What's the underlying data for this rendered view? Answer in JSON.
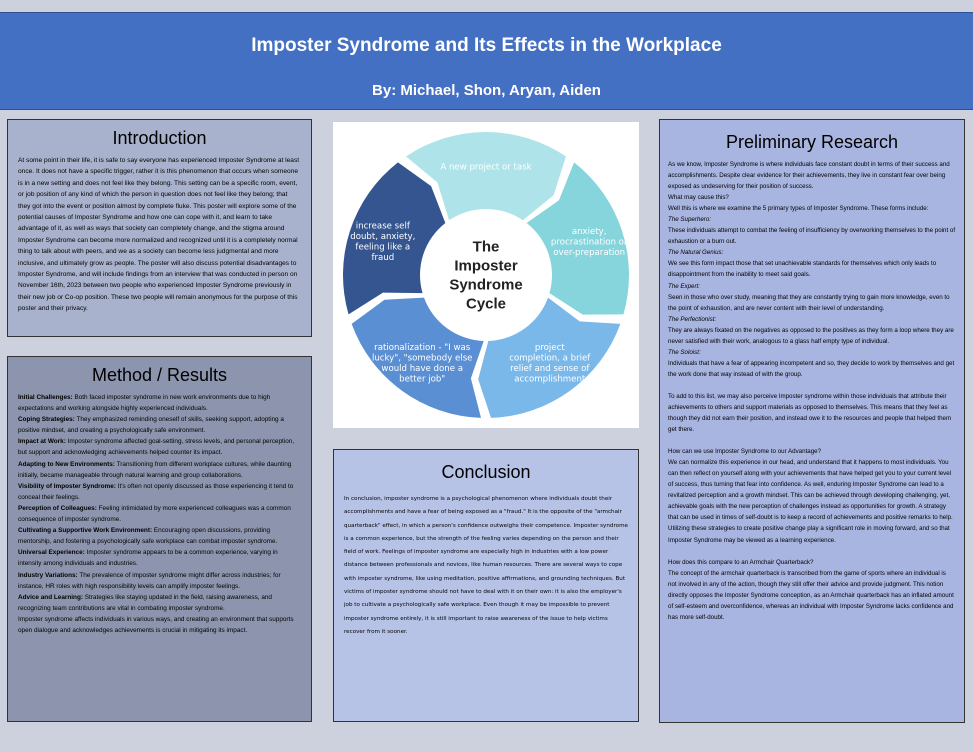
{
  "header": {
    "title": "Imposter Syndrome and Its Effects in the Workplace",
    "authors": "By: Michael, Shon, Aryan, Aiden"
  },
  "introduction": {
    "heading": "Introduction",
    "body": "At some point in their life, it is safe to say everyone has experienced Imposter Syndrome at least once. It does not have a specific trigger, rather it is this phenomenon that occurs when someone is in a new setting and does not feel like they belong. This setting can be a specific room, event, or job position of any kind of which the person in question does not feel like they belong; that they got into the event or position almost by complete fluke. This poster will explore some of the potential causes of Imposter Syndrome and how one can cope with it, and learn to take advantage of it, as well as ways that society can completely change, and the stigma around Imposter Syndrome can become more normalized and recognized until it is a completely normal thing to talk about with peers, and we as a society can become less judgmental and more inclusive, and ultimately grow as people. The poster will also discuss potential disadvantages to Imposter Syndrome, and will include findings from an interview that was conducted in person on November 16th, 2023 between two people who experienced Imposter Syndrome previously in their new job or Co-op position. These two people will remain anonymous for the purpose of this poster and their privacy."
  },
  "method": {
    "heading": "Method / Results",
    "items": [
      {
        "label": "Initial Challenges:",
        "text": " Both faced imposter syndrome in new work environments due to high expectations and working alongside highly experienced individuals."
      },
      {
        "label": "Coping Strategies:",
        "text": " They emphasized reminding oneself of skills, seeking support, adopting a positive mindset, and creating a psychologically safe environment."
      },
      {
        "label": "Impact at Work:",
        "text": " Imposter syndrome affected goal-setting, stress levels, and personal perception, but support and acknowledging achievements helped counter its impact."
      },
      {
        "label": "Adapting to New Environments:",
        "text": " Transitioning from different workplace cultures, while daunting initially, became manageable through natural learning and group collaborations."
      },
      {
        "label": "Visibility of Imposter Syndrome:",
        "text": " It's often not openly discussed as those experiencing it tend to conceal their feelings."
      },
      {
        "label": "Perception of Colleagues:",
        "text": " Feeling intimidated by more experienced colleagues was a common consequence of imposter syndrome."
      },
      {
        "label": "Cultivating a Supportive Work Environment:",
        "text": " Encouraging open discussions, providing mentorship, and fostering a psychologically safe workplace can combat imposter syndrome."
      },
      {
        "label": "Universal Experience:",
        "text": " Imposter syndrome appears to be a common experience, varying in intensity among individuals and industries."
      },
      {
        "label": "Industry Variations:",
        "text": " The prevalence of imposter syndrome might differ across industries; for instance, HR roles with high responsibility levels can amplify imposter feelings."
      },
      {
        "label": "Advice and Learning:",
        "text": " Strategies like staying updated in the field, raising awareness, and recognizing team contributions are vital in combating imposter syndrome."
      }
    ],
    "closing": "Imposter syndrome affects individuals in various ways, and creating an environment that supports open dialogue and acknowledges achievements is crucial in mitigating its impact."
  },
  "cycle": {
    "center_lines": [
      "The",
      "Imposter",
      "Syndrome",
      "Cycle"
    ],
    "segments": [
      {
        "lines": [
          "A new project or task"
        ],
        "color": "#aee4e9"
      },
      {
        "lines": [
          "anxiety,",
          "procrastination or",
          "over-preparation"
        ],
        "color": "#86d5dc"
      },
      {
        "lines": [
          "project",
          "completion, a brief",
          "relief and sense of",
          "accomplishment"
        ],
        "color": "#7bb8ea"
      },
      {
        "lines": [
          "rationalization - \"I was",
          "lucky\", \"somebody else",
          "would have done a",
          "better job\""
        ],
        "color": "#5b8fd4"
      },
      {
        "lines": [
          "increase self",
          "doubt, anxiety,",
          "feeling like a",
          "fraud"
        ],
        "color": "#34558f"
      }
    ]
  },
  "conclusion": {
    "heading": "Conclusion",
    "body": "In conclusion, imposter syndrome is a psychological phenomenon where individuals doubt their accomplishments and have a fear of being exposed as a \"fraud.\" It is the opposite of the \"armchair quarterback\" effect, in which a person's confidence outweighs their competence. Imposter syndrome is a common experience, but the strength of the feeling varies depending on the person and their field of work. Feelings of imposter syndrome are especially high in industries with a low power distance between professionals and novices, like human resources. There are several ways to cope with imposter syndrome, like using meditation, positive affirmations, and grounding techniques. But victims of imposter syndrome should not have to deal with it on their own: it is also the employer's job to cultivate a psychologically safe workplace. Even though it may be impossible to prevent imposter syndrome entirely, it is still important to raise awareness of the issue to help victims recover from it sooner."
  },
  "research": {
    "heading": "Preliminary Research",
    "p1": "As we know, Imposter Syndrome is where individuals face constant doubt in terms of their success and accomplishments. Despite clear evidence for their achievements, they live in constant fear over being exposed as undeserving for their position of success.",
    "q1": "What may cause this?",
    "p2": "Well this is where we examine the 5 primary types of Imposter Syndrome. These forms include:",
    "types": [
      {
        "name": "The Superhero:",
        "desc": "These individuals attempt to combat the feeling of insufficiency by overworking themselves to the point of exhaustion or a burn out."
      },
      {
        "name": "The Natural Genius:",
        "desc": "We see this form impact those that set unachievable standards for themselves which only leads to disappointment from the inability to meet said goals."
      },
      {
        "name": "The Expert:",
        "desc": "Seen in those who over study, meaning that they are constantly trying to gain more knowledge, even to the point of exhaustion, and are never content with their level of understanding."
      },
      {
        "name": "The Perfectionist:",
        "desc": "They are always fixated on the negatives as opposed to the positives as they form a loop where they are never satisfied with their work, analogous to a glass half empty type of individual."
      },
      {
        "name": "The Soloist:",
        "desc": "Individuals that have a fear of appearing incompetent and so, they decide to work by themselves and get the work done that way instead of with the group."
      }
    ],
    "p3": "To add to this list, we may also perceive Imposter syndrome within those individuals that attribute their achievements to others and support materials as opposed to themselves. This means that they feel as though they did not earn their position, and instead owe it to the resources and people that helped them get there.",
    "q2": "How can we use Imposter Syndrome to our Advantage?",
    "p4": "We can normalize this experience in our head, and understand that it happens to most individuals. You can then reflect on yourself along with your achievements that have helped get you to your current level of success, thus turning that fear into confidence. As well, enduring Imposter Syndrome can lead to a revitalized perception and a growth mindset. This can be achieved through developing challenging, yet, achievable goals with the new perception of challenges instead as opportunities for growth. A strategy that can be used in times of self-doubt is to keep a record of achievements and positive remarks to help. Utilizing these strategies to create positive change play a significant role in moving forward, and so that Imposter Syndrome may be viewed as a learning experience.",
    "q3": "How does this compare to an Armchair Quarterback?",
    "p5": "The concept of the armchair quarterback is transcribed from the game of sports where an individual is not involved in any of the action, though they still offer their advice and provide judgment. This notion directly opposes the Imposter Syndrome conception, as an Armchair quarterback has an inflated amount of self-esteem and overconfidence, whereas an individual with Imposter Syndrome lacks confidence and has more self-doubt."
  }
}
